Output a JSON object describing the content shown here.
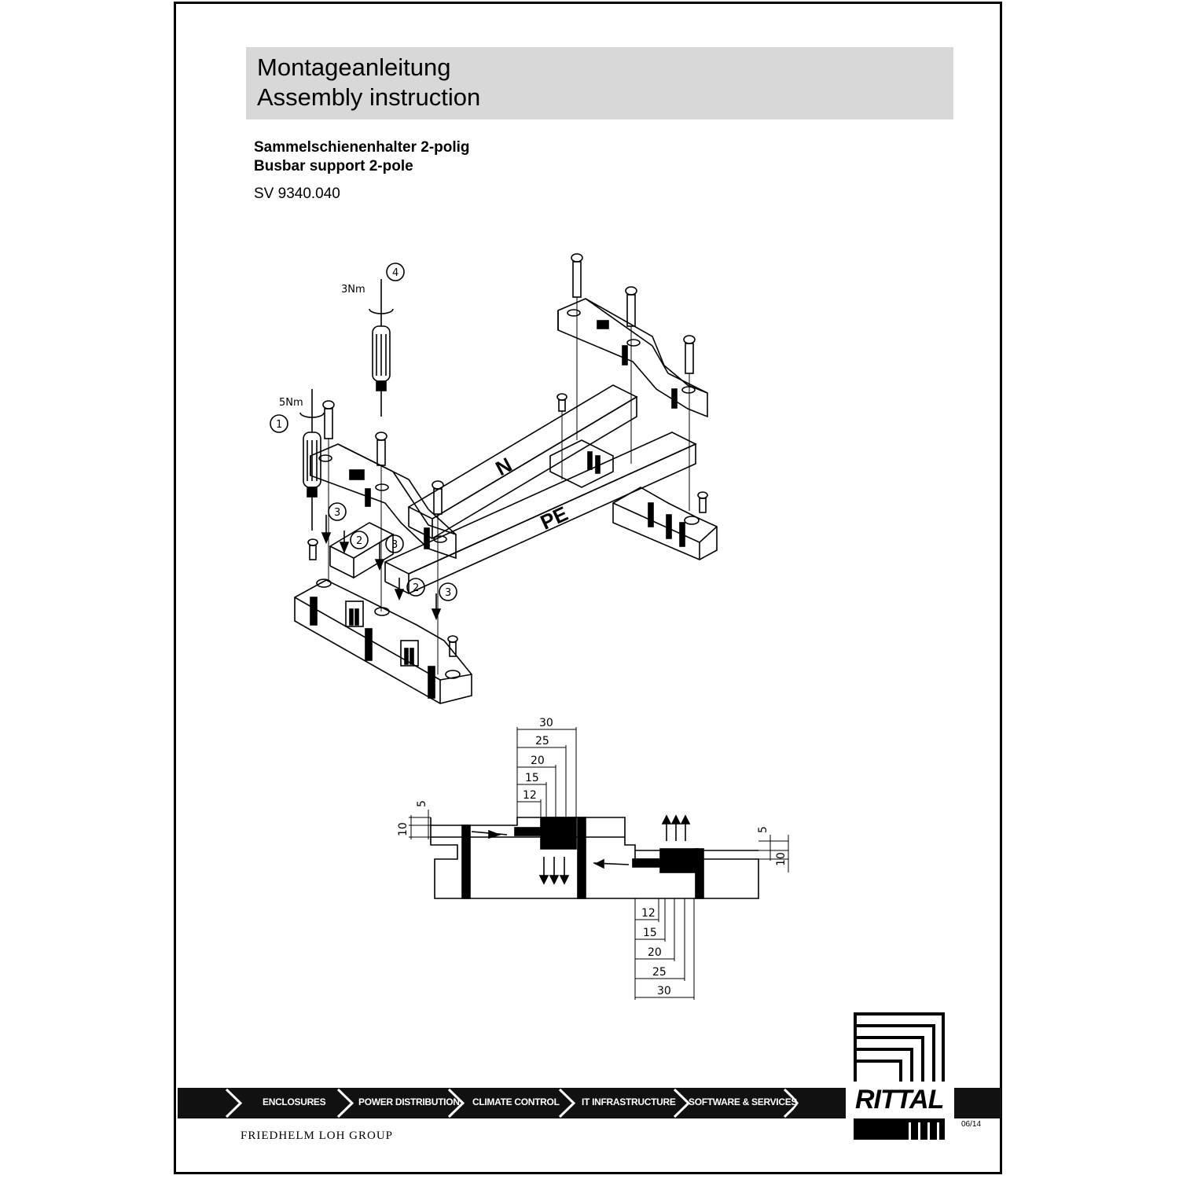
{
  "header": {
    "title_de": "Montageanleitung",
    "title_en": "Assembly instruction"
  },
  "product": {
    "name_de": "Sammelschienenhalter 2-polig",
    "name_en": "Busbar support 2-pole",
    "article": "SV 9340.040"
  },
  "drawing": {
    "torque_top": "3Nm",
    "torque_left": "5Nm",
    "step_1": "1",
    "step_2": "2",
    "step_3": "3",
    "step_4": "4",
    "bar_n": "N",
    "bar_pe": "PE"
  },
  "dimensions": {
    "top": [
      "30",
      "25",
      "20",
      "15",
      "12"
    ],
    "bottom": [
      "12",
      "15",
      "20",
      "25",
      "30"
    ],
    "left_small": "5",
    "left_large": "10",
    "right_small": "5",
    "right_large": "10"
  },
  "footer": {
    "nav": [
      "ENCLOSURES",
      "POWER DISTRIBUTION",
      "CLIMATE CONTROL",
      "IT INFRASTRUCTURE",
      "SOFTWARE & SERVICES"
    ],
    "group": "FRIEDHELM LOH GROUP",
    "brand": "RITTAL",
    "date": "06/14"
  }
}
